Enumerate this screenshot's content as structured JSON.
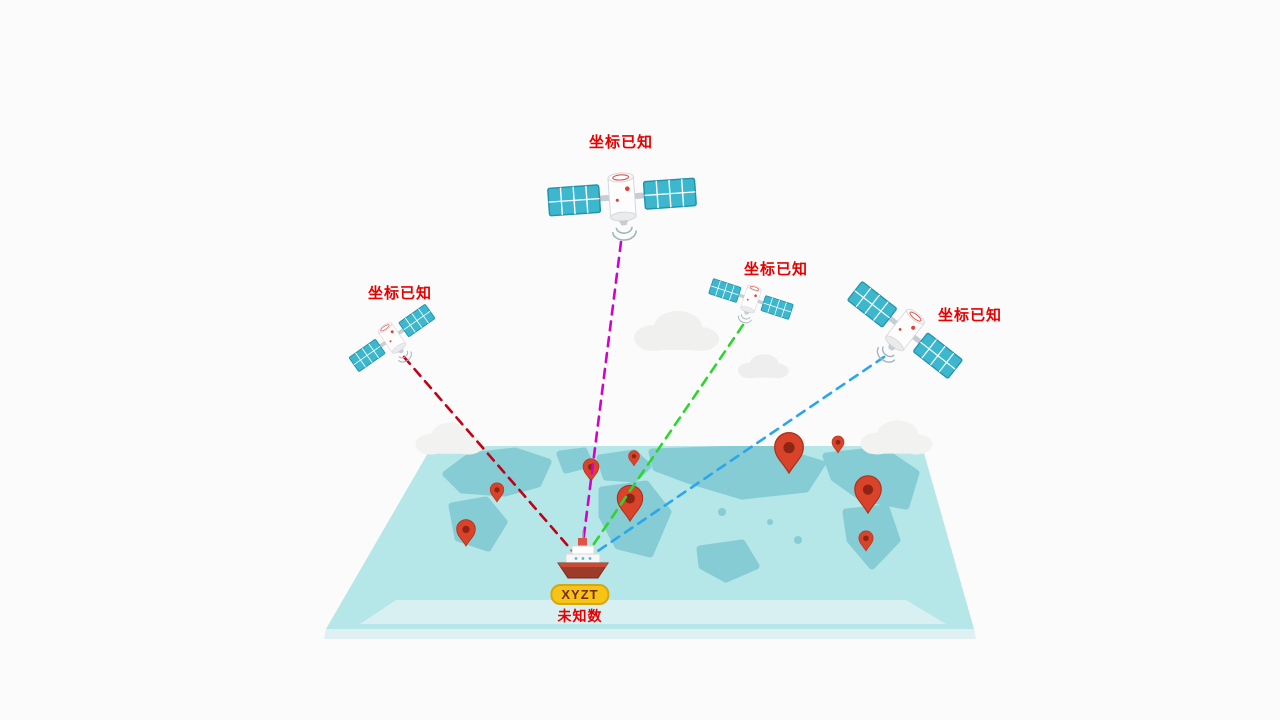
{
  "diagram": {
    "type": "satellite-positioning-illustration",
    "satellite_count": 4,
    "map_pin_count": 9
  },
  "satellites": [
    {
      "label": "坐标已知",
      "signal_color": "#c20016"
    },
    {
      "label": "坐标已知",
      "signal_color": "#d400cc"
    },
    {
      "label": "坐标已知",
      "signal_color": "#2fd52f"
    },
    {
      "label": "坐标已知",
      "signal_color": "#2aa6ec"
    }
  ],
  "ship": {
    "badge": "XYZT",
    "caption": "未知数"
  },
  "colors": {
    "background": "#fbfbfb",
    "map_ocean": "#b5e6e8",
    "map_land": "#86ccd4",
    "map_edge": "#dff0f2",
    "antarctica": "#d8f0f2",
    "pin_red": "#d8432a",
    "pin_core": "#8e2413",
    "label_red": "#e60000",
    "badge_yellow": "#f6c416",
    "badge_text": "#7a2a12",
    "solar_panel_teal": "#3db7cd",
    "satellite_body": "#fdfdfd",
    "cloud_gray": "#f0f0ef"
  }
}
